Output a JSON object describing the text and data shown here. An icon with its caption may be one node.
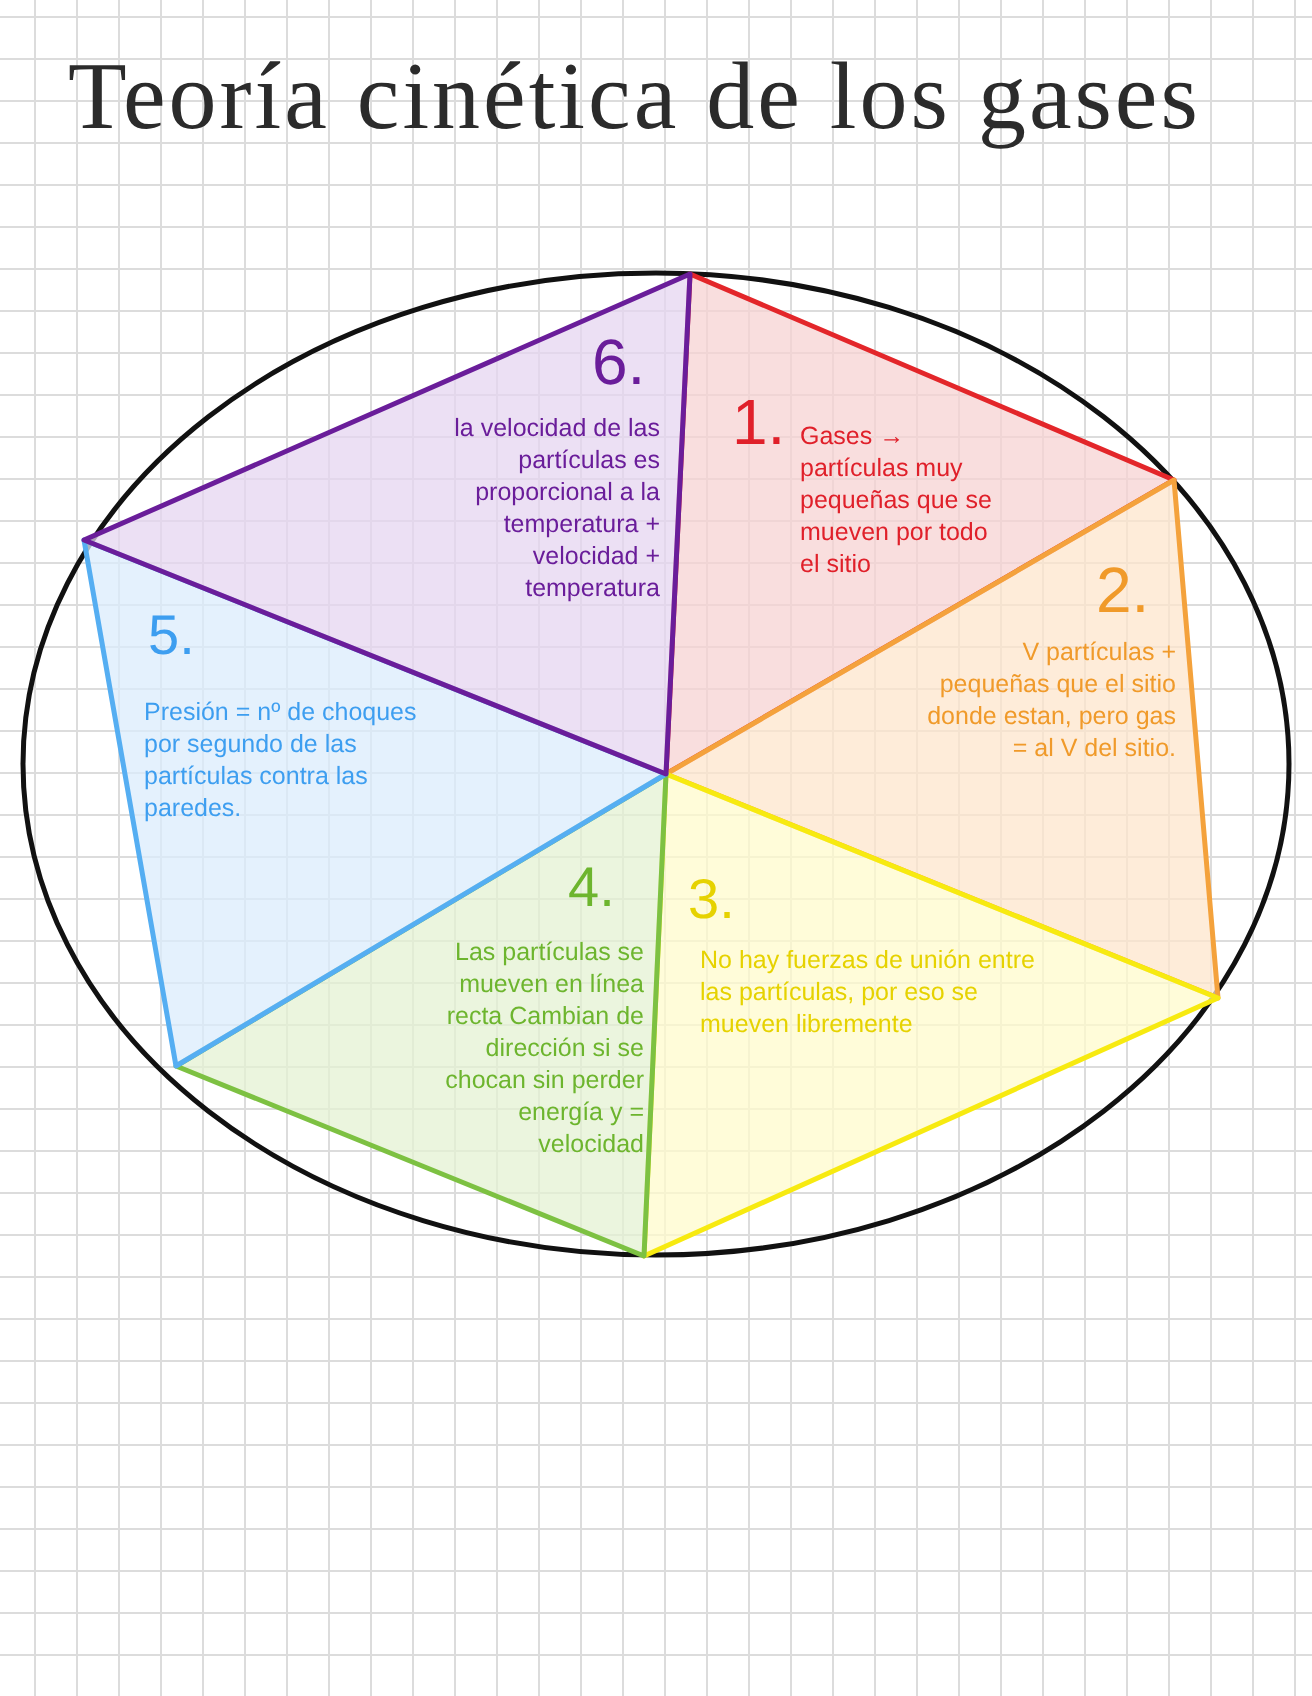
{
  "diagram": {
    "title": "Teoría cinética de los gases",
    "nodes": [
      {
        "text": [],
        "shape": "ellipse"
      },
      {
        "text": [
          "1.",
          "Gases → partículas muy pequeñas que se mueven por todo el sitio"
        ],
        "in": 0
      },
      {
        "text": [
          "2.",
          "V partículas + pequeñas que el sitio donde estan, pero gas = al V del sitio."
        ],
        "in": 0
      },
      {
        "text": [
          "3.",
          "No hay fuerzas de unión entre las partículas, por eso se mueven libremente"
        ],
        "in": 0
      },
      {
        "text": [
          "4.",
          "Las partículas se mueven en línea recta Cambian de dirección si se chocan sin perder energía y = velocidad"
        ],
        "in": 0
      },
      {
        "text": [
          "5.",
          "Presión = nº de choques por segundo de las partículas contra las paredes."
        ],
        "in": 0
      },
      {
        "text": [
          "6.",
          "la velocidad de las partículas es proporcional a la temperatura + velocidad + temperatura"
        ],
        "in": 0
      }
    ]
  }
}
